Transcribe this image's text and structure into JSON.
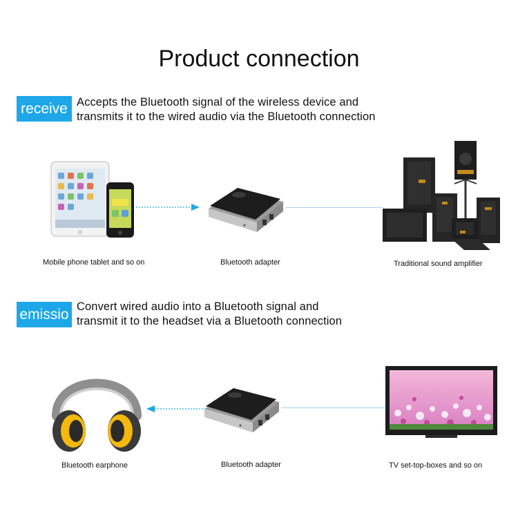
{
  "title": "Product connection",
  "receive": {
    "tag": "receive",
    "desc_line1": "Accepts the Bluetooth signal of the wireless device and",
    "desc_line2": "transmits it to the wired audio via the Bluetooth connection",
    "cap_left": "Mobile  phone  tablet  and so on",
    "cap_mid": "Bluetooth adapter",
    "cap_right": "Traditional sound  amplifier"
  },
  "emission": {
    "tag": "emissio",
    "desc_line1": "Convert wired audio into a Bluetooth signal and",
    "desc_line2": "transmit it to the headset via a Bluetooth connection",
    "cap_left": "Bluetooth earphone",
    "cap_mid": "Bluetooth adapter",
    "cap_right": "TV set-top-boxes and so on"
  },
  "colors": {
    "accent": "#1ea7e8",
    "headphone_yellow": "#f5b80c"
  }
}
